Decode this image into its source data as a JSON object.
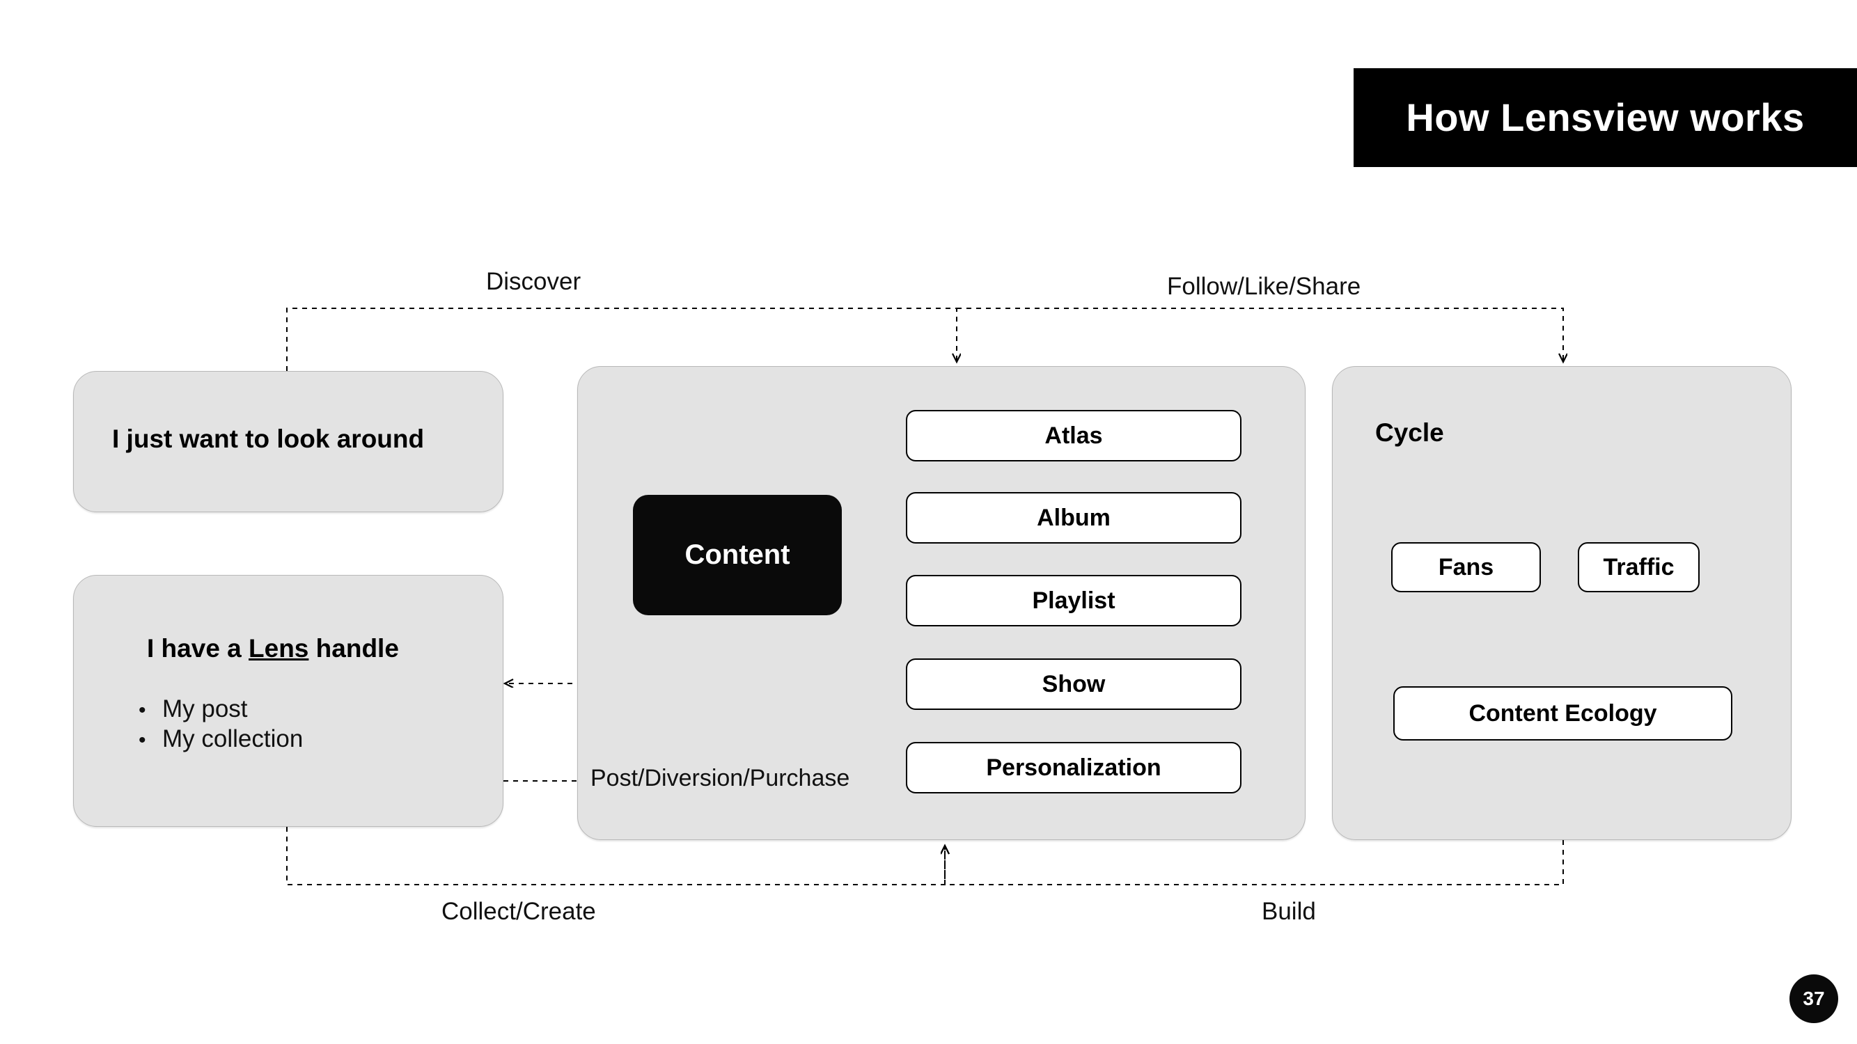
{
  "slide": {
    "title": "How Lensview works",
    "page_number": "37",
    "background_color": "#FFFFFF",
    "title_bar_color": "#000000",
    "panel_color": "#E3E3E3",
    "accent_color": "#0A0A0A"
  },
  "left_column": {
    "browse_panel": {
      "heading": "I just want to look around"
    },
    "handle_panel": {
      "heading_prefix": "I have a ",
      "heading_underlined": "Lens",
      "heading_suffix": " handle",
      "bullets": [
        {
          "marker": "•",
          "label": "My post"
        },
        {
          "marker": "•",
          "label": "My collection"
        }
      ]
    }
  },
  "center_panel": {
    "content_node": "Content",
    "items": [
      {
        "label": "Atlas"
      },
      {
        "label": "Album"
      },
      {
        "label": "Playlist"
      },
      {
        "label": "Show"
      },
      {
        "label": "Personalization"
      }
    ],
    "inline_label": "Post/Diversion/Purchase"
  },
  "right_panel": {
    "heading": "Cycle",
    "nodes": [
      {
        "label": "Fans"
      },
      {
        "label": "Traffic"
      },
      {
        "label": "Content Ecology"
      }
    ]
  },
  "connectors": [
    {
      "id": "discover",
      "label": "Discover",
      "from": "I just want to look around",
      "to": "Content"
    },
    {
      "id": "follow",
      "label": "Follow/Like/Share",
      "from": "Content",
      "to": "Cycle"
    },
    {
      "id": "collect",
      "label": "Collect/Create",
      "from": "I have a Lens handle",
      "to": "Content"
    },
    {
      "id": "build",
      "label": "Build",
      "from": "Cycle",
      "to": "Content"
    }
  ]
}
